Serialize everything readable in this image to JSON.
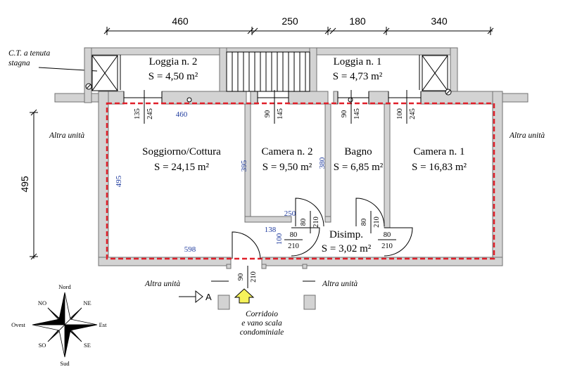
{
  "top_dimensions": [
    "460",
    "250",
    "180",
    "340"
  ],
  "left_dimension": "495",
  "ct_note": [
    "C.T. a tenuta",
    "stagna"
  ],
  "loggia2": {
    "name": "Loggia n. 2",
    "area": "S = 4,50 m²"
  },
  "loggia1": {
    "name": "Loggia n. 1",
    "area": "S = 4,73 m²"
  },
  "soggiorno": {
    "name": "Soggiorno/Cottura",
    "area": "S = 24,15 m²"
  },
  "camera2": {
    "name": "Camera n. 2",
    "area": "S = 9,50 m²"
  },
  "bagno": {
    "name": "Bagno",
    "area": "S = 6,85 m²"
  },
  "camera1": {
    "name": "Camera n. 1",
    "area": "S = 16,83 m²"
  },
  "disimp": {
    "name": "Disimp.",
    "area": "S = 3,02 m²"
  },
  "blue_dims": {
    "soggiorno_top": "460",
    "soggiorno_side": "495",
    "soggiorno_bottom": "598",
    "camera2_side": "395",
    "bagno_side": "380",
    "corridor_250": "250",
    "corridor_138": "138",
    "corridor_100": "100"
  },
  "openings": {
    "w1": [
      "135",
      "245"
    ],
    "w2": [
      "90",
      "145"
    ],
    "w3": [
      "90",
      "145"
    ],
    "w4": [
      "100",
      "245"
    ],
    "d_camera2": [
      "80",
      "210"
    ],
    "d_bagno": [
      "80",
      "210"
    ],
    "d_corridor": [
      "80",
      "210"
    ],
    "d_camera1": [
      "80",
      "210"
    ],
    "d_entry": [
      "90",
      "210"
    ]
  },
  "labels": {
    "altra_left": "Altra unità",
    "altra_right": "Altra unità",
    "altra_bottom_left": "Altra unità",
    "altra_bottom_right": "Altra unità",
    "section_mark": "A",
    "corridoio": [
      "Corridoio",
      "e vano scala",
      "condominiale"
    ]
  },
  "compass": {
    "nord": "Nord",
    "sud": "Sud",
    "est": "Est",
    "ovest": "Ovest",
    "no": "NO",
    "ne": "NE",
    "so": "SO",
    "se": "SE"
  },
  "colors": {
    "wall": "#d3d3d3",
    "outline": "#707070",
    "dashed_boundary": "#e0202a",
    "dim_blue": "#1f3b9e",
    "arrow_fill": "#f6f25a"
  }
}
